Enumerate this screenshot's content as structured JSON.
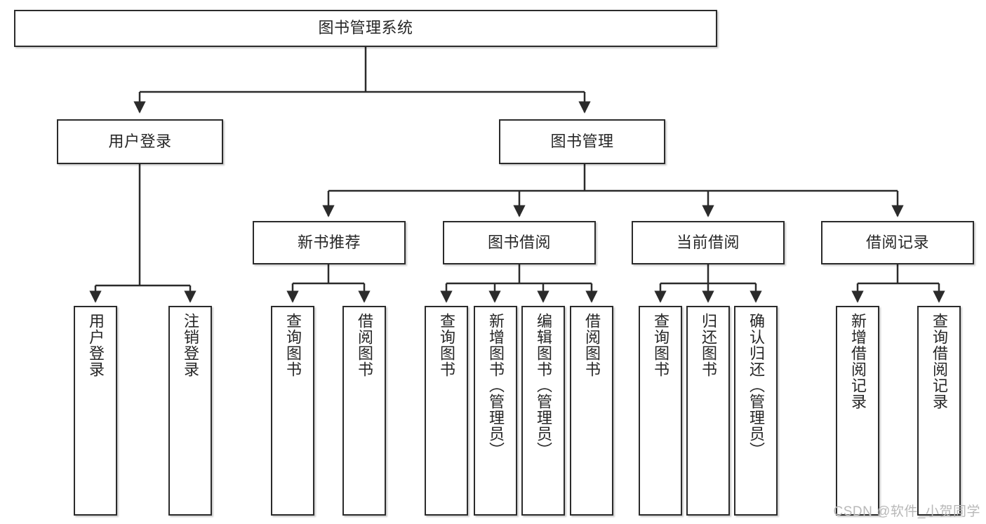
{
  "diagram": {
    "title": "图书管理系统",
    "type": "tree-hierarchy-diagram",
    "watermark": "CSDN @软件_小贺同学",
    "colors": {
      "box_border": "#2b2b2b",
      "box_fill": "#ffffff",
      "edge": "#2b2b2b",
      "text": "#262626",
      "watermark": "#b8b8b8"
    },
    "nodes": {
      "root": {
        "label": "图书管理系统"
      },
      "level2": [
        {
          "id": "user-login",
          "label": "用户登录"
        },
        {
          "id": "book-management",
          "label": "图书管理"
        }
      ],
      "level3": [
        {
          "id": "new-book-recommend",
          "label": "新书推荐"
        },
        {
          "id": "book-borrow",
          "label": "图书借阅"
        },
        {
          "id": "current-borrow",
          "label": "当前借阅"
        },
        {
          "id": "borrow-record",
          "label": "借阅记录"
        }
      ],
      "leaves": {
        "user_login": [
          {
            "id": "leaf-user-login",
            "label": "用户登录"
          },
          {
            "id": "leaf-logout-login",
            "label": "注销登录"
          }
        ],
        "new_book_recommend": [
          {
            "id": "leaf-query-book-1",
            "label": "查询图书"
          },
          {
            "id": "leaf-borrow-book-1",
            "label": "借阅图书"
          }
        ],
        "book_borrow": [
          {
            "id": "leaf-query-book-2",
            "label": "查询图书"
          },
          {
            "id": "leaf-add-book",
            "label": "新增图书（管理员）"
          },
          {
            "id": "leaf-edit-book",
            "label": "编辑图书（管理员）"
          },
          {
            "id": "leaf-borrow-book-2",
            "label": "借阅图书"
          }
        ],
        "current_borrow": [
          {
            "id": "leaf-query-book-3",
            "label": "查询图书"
          },
          {
            "id": "leaf-return-book",
            "label": "归还图书"
          },
          {
            "id": "leaf-confirm-return",
            "label": "确认归还（管理员）"
          }
        ],
        "borrow_record": [
          {
            "id": "leaf-add-borrow-record",
            "label": "新增借阅记录"
          },
          {
            "id": "leaf-query-borrow-record",
            "label": "查询借阅记录"
          }
        ]
      }
    }
  }
}
